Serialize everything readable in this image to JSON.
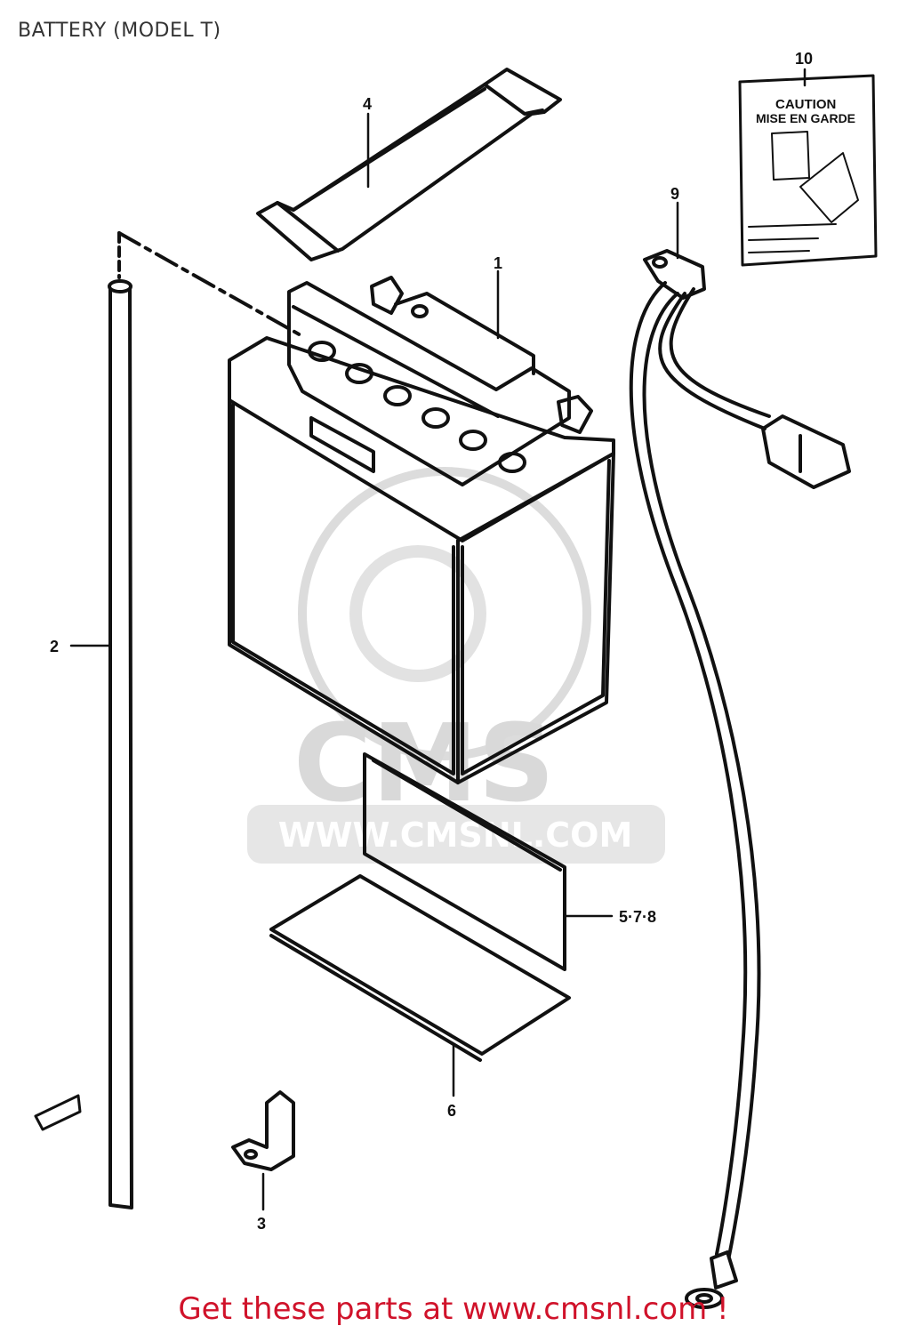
{
  "title": "BATTERY (MODEL T)",
  "footer": "Get these parts at www.cmsnl.com !",
  "watermark": {
    "logo_text": "CMS",
    "url": "WWW.CMSNL.COM"
  },
  "caution_label": {
    "line1": "CAUTION",
    "line2": "MISE EN GARDE"
  },
  "callouts": [
    {
      "id": "1",
      "part": "battery"
    },
    {
      "id": "2",
      "part": "breather-hose"
    },
    {
      "id": "3",
      "part": "hose-clamp"
    },
    {
      "id": "4",
      "part": "battery-band"
    },
    {
      "id": "5·7·8",
      "part": "battery-pad"
    },
    {
      "id": "6",
      "part": "battery-tray-pad"
    },
    {
      "id": "9",
      "part": "ground-lead-wire"
    },
    {
      "id": "10",
      "part": "caution-label"
    }
  ],
  "colors": {
    "line": "#111111",
    "footer": "#d0122a",
    "watermark": "#d9d9d9"
  }
}
